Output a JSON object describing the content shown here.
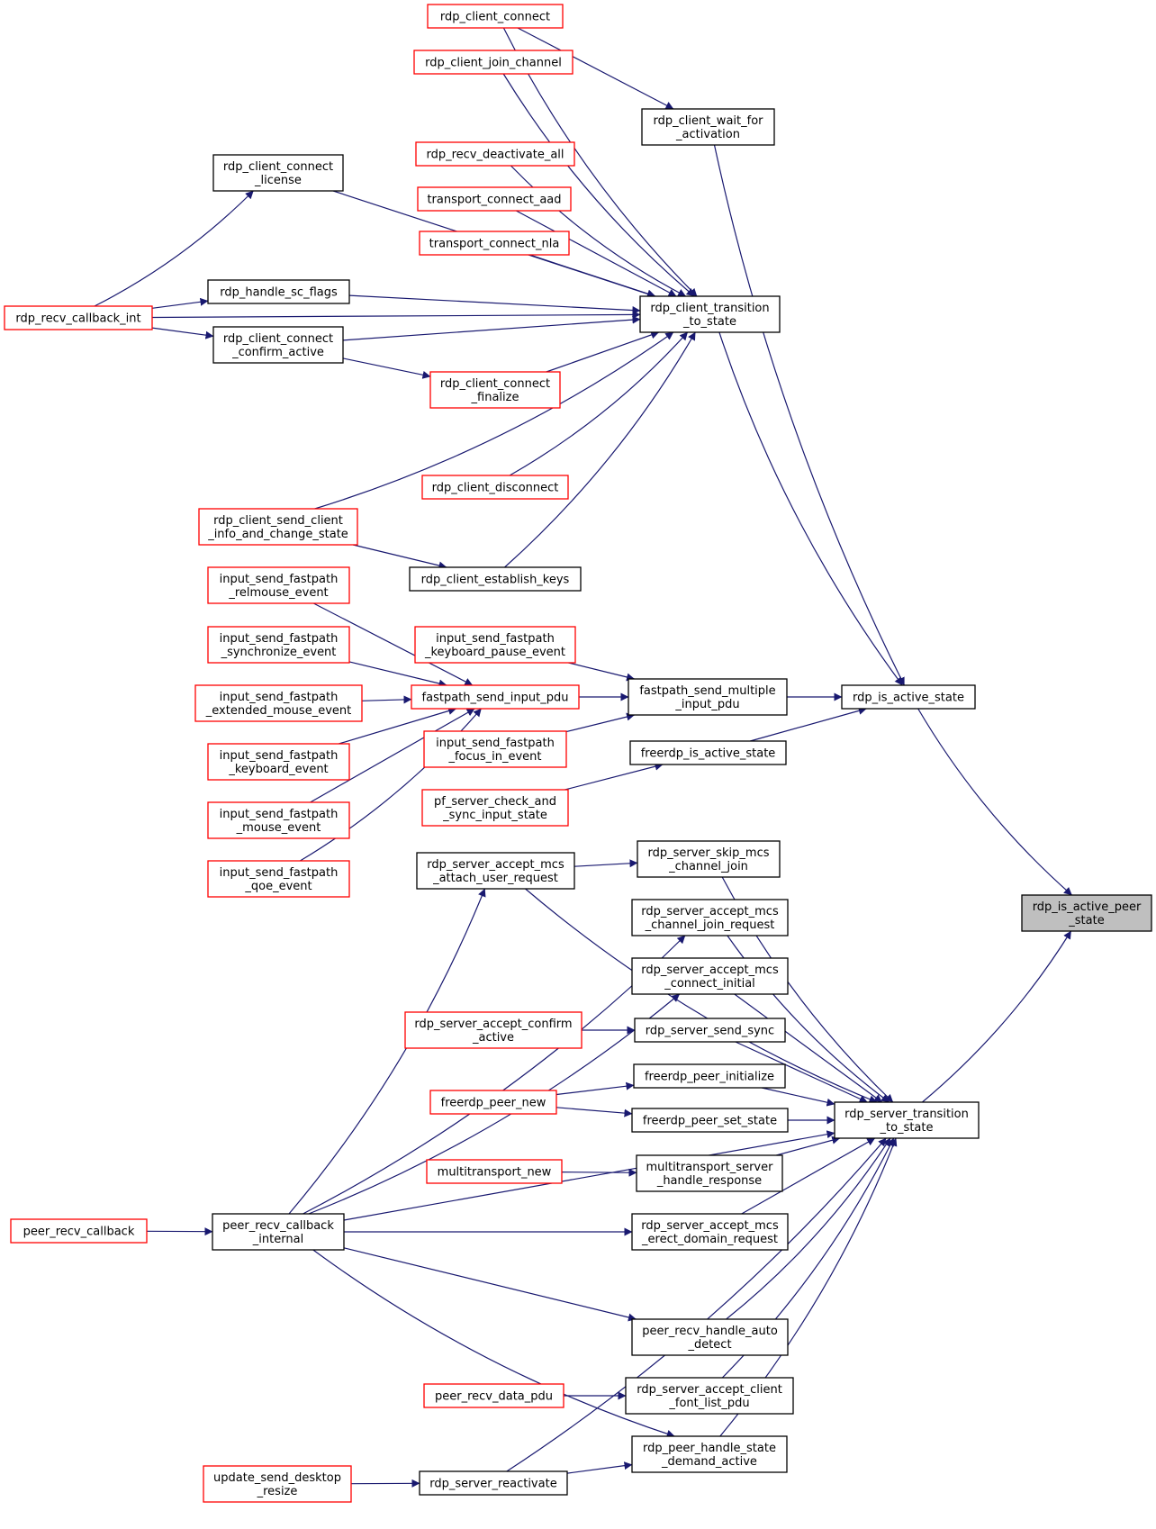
{
  "colors": {
    "edge": "#191970",
    "caller_border_incomplete": "#ff0000",
    "caller_border": "#000000",
    "selected_fill": "#bfbfbf"
  },
  "nodes": {
    "rdp_client_connect": {
      "lines": [
        "rdp_client_connect"
      ],
      "style": "red"
    },
    "rdp_client_join_channel": {
      "lines": [
        "rdp_client_join_channel"
      ],
      "style": "red"
    },
    "rdp_client_wait_for_activation": {
      "lines": [
        "rdp_client_wait_for",
        "_activation"
      ],
      "style": "black"
    },
    "rdp_client_connect_license": {
      "lines": [
        "rdp_client_connect",
        "_license"
      ],
      "style": "black"
    },
    "rdp_recv_deactivate_all": {
      "lines": [
        "rdp_recv_deactivate_all"
      ],
      "style": "red"
    },
    "transport_connect_aad": {
      "lines": [
        "transport_connect_aad"
      ],
      "style": "red"
    },
    "transport_connect_nla": {
      "lines": [
        "transport_connect_nla"
      ],
      "style": "red"
    },
    "rdp_handle_sc_flags": {
      "lines": [
        "rdp_handle_sc_flags"
      ],
      "style": "black"
    },
    "rdp_recv_callback_int": {
      "lines": [
        "rdp_recv_callback_int"
      ],
      "style": "red"
    },
    "rdp_client_transition_to_state": {
      "lines": [
        "rdp_client_transition",
        "_to_state"
      ],
      "style": "black"
    },
    "rdp_client_connect_confirm_active": {
      "lines": [
        "rdp_client_connect",
        "_confirm_active"
      ],
      "style": "black"
    },
    "rdp_client_connect_finalize": {
      "lines": [
        "rdp_client_connect",
        "_finalize"
      ],
      "style": "red"
    },
    "rdp_client_disconnect": {
      "lines": [
        "rdp_client_disconnect"
      ],
      "style": "red"
    },
    "rdp_client_send_client_info_and_change_state": {
      "lines": [
        "rdp_client_send_client",
        "_info_and_change_state"
      ],
      "style": "red"
    },
    "rdp_client_establish_keys": {
      "lines": [
        "rdp_client_establish_keys"
      ],
      "style": "black"
    },
    "input_send_fastpath_relmouse_event": {
      "lines": [
        "input_send_fastpath",
        "_relmouse_event"
      ],
      "style": "red"
    },
    "input_send_fastpath_synchronize_event": {
      "lines": [
        "input_send_fastpath",
        "_synchronize_event"
      ],
      "style": "red"
    },
    "input_send_fastpath_keyboard_pause_event": {
      "lines": [
        "input_send_fastpath",
        "_keyboard_pause_event"
      ],
      "style": "red"
    },
    "input_send_fastpath_extended_mouse_event": {
      "lines": [
        "input_send_fastpath",
        "_extended_mouse_event"
      ],
      "style": "red"
    },
    "fastpath_send_input_pdu": {
      "lines": [
        "fastpath_send_input_pdu"
      ],
      "style": "red"
    },
    "fastpath_send_multiple_input_pdu": {
      "lines": [
        "fastpath_send_multiple",
        "_input_pdu"
      ],
      "style": "black"
    },
    "rdp_is_active_state": {
      "lines": [
        "rdp_is_active_state"
      ],
      "style": "black"
    },
    "input_send_fastpath_focus_in_event": {
      "lines": [
        "input_send_fastpath",
        "_focus_in_event"
      ],
      "style": "red"
    },
    "input_send_fastpath_keyboard_event": {
      "lines": [
        "input_send_fastpath",
        "_keyboard_event"
      ],
      "style": "red"
    },
    "freerdp_is_active_state": {
      "lines": [
        "freerdp_is_active_state"
      ],
      "style": "black"
    },
    "pf_server_check_and_sync_input_state": {
      "lines": [
        "pf_server_check_and",
        "_sync_input_state"
      ],
      "style": "red"
    },
    "input_send_fastpath_mouse_event": {
      "lines": [
        "input_send_fastpath",
        "_mouse_event"
      ],
      "style": "red"
    },
    "rdp_server_skip_mcs_channel_join": {
      "lines": [
        "rdp_server_skip_mcs",
        "_channel_join"
      ],
      "style": "black"
    },
    "rdp_server_accept_mcs_attach_user_request": {
      "lines": [
        "rdp_server_accept_mcs",
        "_attach_user_request"
      ],
      "style": "black"
    },
    "input_send_fastpath_qoe_event": {
      "lines": [
        "input_send_fastpath",
        "_qoe_event"
      ],
      "style": "red"
    },
    "rdp_is_active_peer_state": {
      "lines": [
        "rdp_is_active_peer",
        "_state"
      ],
      "style": "selected"
    },
    "rdp_server_accept_mcs_channel_join_request": {
      "lines": [
        "rdp_server_accept_mcs",
        "_channel_join_request"
      ],
      "style": "black"
    },
    "rdp_server_accept_mcs_connect_initial": {
      "lines": [
        "rdp_server_accept_mcs",
        "_connect_initial"
      ],
      "style": "black"
    },
    "rdp_server_accept_confirm_active": {
      "lines": [
        "rdp_server_accept_confirm",
        "_active"
      ],
      "style": "red"
    },
    "rdp_server_send_sync": {
      "lines": [
        "rdp_server_send_sync"
      ],
      "style": "black"
    },
    "freerdp_peer_initialize": {
      "lines": [
        "freerdp_peer_initialize"
      ],
      "style": "black"
    },
    "freerdp_peer_new": {
      "lines": [
        "freerdp_peer_new"
      ],
      "style": "red"
    },
    "freerdp_peer_set_state": {
      "lines": [
        "freerdp_peer_set_state"
      ],
      "style": "black"
    },
    "rdp_server_transition_to_state": {
      "lines": [
        "rdp_server_transition",
        "_to_state"
      ],
      "style": "black"
    },
    "multitransport_new": {
      "lines": [
        "multitransport_new"
      ],
      "style": "red"
    },
    "multitransport_server_handle_response": {
      "lines": [
        "multitransport_server",
        "_handle_response"
      ],
      "style": "black"
    },
    "peer_recv_callback": {
      "lines": [
        "peer_recv_callback"
      ],
      "style": "red"
    },
    "peer_recv_callback_internal": {
      "lines": [
        "peer_recv_callback",
        "_internal"
      ],
      "style": "black"
    },
    "rdp_server_accept_mcs_erect_domain_request": {
      "lines": [
        "rdp_server_accept_mcs",
        "_erect_domain_request"
      ],
      "style": "black"
    },
    "peer_recv_handle_auto_detect": {
      "lines": [
        "peer_recv_handle_auto",
        "_detect"
      ],
      "style": "black"
    },
    "peer_recv_data_pdu": {
      "lines": [
        "peer_recv_data_pdu"
      ],
      "style": "red"
    },
    "rdp_server_accept_client_font_list_pdu": {
      "lines": [
        "rdp_server_accept_client",
        "_font_list_pdu"
      ],
      "style": "black"
    },
    "rdp_peer_handle_state_demand_active": {
      "lines": [
        "rdp_peer_handle_state",
        "_demand_active"
      ],
      "style": "black"
    },
    "update_send_desktop_resize": {
      "lines": [
        "update_send_desktop",
        "_resize"
      ],
      "style": "red"
    },
    "rdp_server_reactivate": {
      "lines": [
        "rdp_server_reactivate"
      ],
      "style": "black"
    }
  },
  "edges": [
    [
      "rdp_client_connect",
      "rdp_client_wait_for_activation"
    ],
    [
      "rdp_client_connect",
      "rdp_client_transition_to_state"
    ],
    [
      "rdp_client_join_channel",
      "rdp_client_transition_to_state"
    ],
    [
      "rdp_client_connect_license",
      "rdp_client_transition_to_state"
    ],
    [
      "rdp_recv_deactivate_all",
      "rdp_client_transition_to_state"
    ],
    [
      "transport_connect_aad",
      "rdp_client_transition_to_state"
    ],
    [
      "transport_connect_nla",
      "rdp_client_transition_to_state"
    ],
    [
      "rdp_handle_sc_flags",
      "rdp_client_transition_to_state"
    ],
    [
      "rdp_client_connect_confirm_active",
      "rdp_client_transition_to_state"
    ],
    [
      "rdp_client_connect_finalize",
      "rdp_client_transition_to_state"
    ],
    [
      "rdp_recv_callback_int",
      "rdp_client_transition_to_state"
    ],
    [
      "rdp_client_disconnect",
      "rdp_client_transition_to_state"
    ],
    [
      "rdp_client_send_client_info_and_change_state",
      "rdp_client_transition_to_state"
    ],
    [
      "rdp_client_establish_keys",
      "rdp_client_transition_to_state"
    ],
    [
      "rdp_recv_callback_int",
      "rdp_client_connect_license"
    ],
    [
      "rdp_recv_callback_int",
      "rdp_handle_sc_flags"
    ],
    [
      "rdp_recv_callback_int",
      "rdp_client_connect_confirm_active"
    ],
    [
      "rdp_client_connect_confirm_active",
      "rdp_client_connect_finalize"
    ],
    [
      "rdp_client_send_client_info_and_change_state",
      "rdp_client_establish_keys"
    ],
    [
      "rdp_client_wait_for_activation",
      "rdp_is_active_state"
    ],
    [
      "rdp_client_transition_to_state",
      "rdp_is_active_state"
    ],
    [
      "input_send_fastpath_relmouse_event",
      "fastpath_send_input_pdu"
    ],
    [
      "input_send_fastpath_synchronize_event",
      "fastpath_send_input_pdu"
    ],
    [
      "input_send_fastpath_extended_mouse_event",
      "fastpath_send_input_pdu"
    ],
    [
      "input_send_fastpath_keyboard_event",
      "fastpath_send_input_pdu"
    ],
    [
      "input_send_fastpath_mouse_event",
      "fastpath_send_input_pdu"
    ],
    [
      "input_send_fastpath_qoe_event",
      "fastpath_send_input_pdu"
    ],
    [
      "fastpath_send_input_pdu",
      "fastpath_send_multiple_input_pdu"
    ],
    [
      "input_send_fastpath_keyboard_pause_event",
      "fastpath_send_multiple_input_pdu"
    ],
    [
      "input_send_fastpath_focus_in_event",
      "fastpath_send_multiple_input_pdu"
    ],
    [
      "fastpath_send_multiple_input_pdu",
      "rdp_is_active_state"
    ],
    [
      "freerdp_is_active_state",
      "rdp_is_active_state"
    ],
    [
      "pf_server_check_and_sync_input_state",
      "freerdp_is_active_state"
    ],
    [
      "rdp_is_active_state",
      "rdp_is_active_peer_state"
    ],
    [
      "rdp_server_transition_to_state",
      "rdp_is_active_peer_state"
    ],
    [
      "rdp_server_accept_mcs_attach_user_request",
      "rdp_server_skip_mcs_channel_join"
    ],
    [
      "rdp_server_accept_mcs_attach_user_request",
      "rdp_server_transition_to_state"
    ],
    [
      "rdp_server_skip_mcs_channel_join",
      "rdp_server_transition_to_state"
    ],
    [
      "rdp_server_accept_mcs_channel_join_request",
      "rdp_server_transition_to_state"
    ],
    [
      "rdp_server_accept_mcs_connect_initial",
      "rdp_server_transition_to_state"
    ],
    [
      "rdp_server_send_sync",
      "rdp_server_transition_to_state"
    ],
    [
      "freerdp_peer_initialize",
      "rdp_server_transition_to_state"
    ],
    [
      "freerdp_peer_set_state",
      "rdp_server_transition_to_state"
    ],
    [
      "multitransport_server_handle_response",
      "rdp_server_transition_to_state"
    ],
    [
      "rdp_server_accept_mcs_erect_domain_request",
      "rdp_server_transition_to_state"
    ],
    [
      "peer_recv_callback_internal",
      "rdp_server_transition_to_state"
    ],
    [
      "peer_recv_handle_auto_detect",
      "rdp_server_transition_to_state"
    ],
    [
      "rdp_server_accept_client_font_list_pdu",
      "rdp_server_transition_to_state"
    ],
    [
      "rdp_peer_handle_state_demand_active",
      "rdp_server_transition_to_state"
    ],
    [
      "rdp_server_reactivate",
      "rdp_server_transition_to_state"
    ],
    [
      "rdp_server_accept_confirm_active",
      "rdp_server_send_sync"
    ],
    [
      "freerdp_peer_new",
      "freerdp_peer_initialize"
    ],
    [
      "freerdp_peer_new",
      "freerdp_peer_set_state"
    ],
    [
      "multitransport_new",
      "multitransport_server_handle_response"
    ],
    [
      "peer_recv_callback",
      "peer_recv_callback_internal"
    ],
    [
      "peer_recv_callback_internal",
      "rdp_server_accept_mcs_attach_user_request"
    ],
    [
      "peer_recv_callback_internal",
      "rdp_server_accept_mcs_channel_join_request"
    ],
    [
      "peer_recv_callback_internal",
      "rdp_server_accept_mcs_connect_initial"
    ],
    [
      "peer_recv_callback_internal",
      "rdp_server_accept_mcs_erect_domain_request"
    ],
    [
      "peer_recv_callback_internal",
      "peer_recv_handle_auto_detect"
    ],
    [
      "peer_recv_callback_internal",
      "rdp_peer_handle_state_demand_active"
    ],
    [
      "peer_recv_data_pdu",
      "rdp_server_accept_client_font_list_pdu"
    ],
    [
      "update_send_desktop_resize",
      "rdp_server_reactivate"
    ],
    [
      "rdp_server_reactivate",
      "rdp_peer_handle_state_demand_active"
    ]
  ]
}
